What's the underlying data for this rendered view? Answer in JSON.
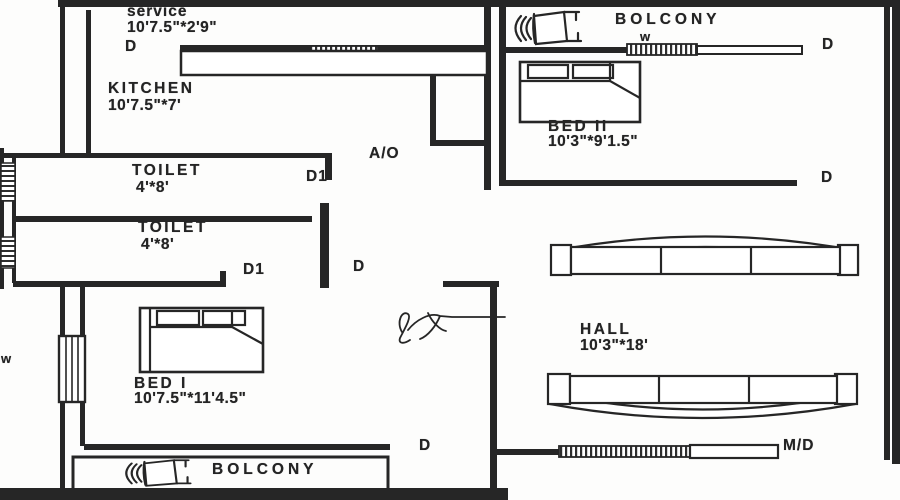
{
  "plan": {
    "rooms": {
      "service": {
        "name": "service",
        "dims": "10'7.5\"*2'9\""
      },
      "kitchen": {
        "name": "KITCHEN",
        "dims": "10'7.5\"*7'"
      },
      "toilet1": {
        "name": "TOILET",
        "dims": "4'*8'"
      },
      "toilet2": {
        "name": "TOILET",
        "dims": "4'*8'"
      },
      "bed1": {
        "name": "BED I",
        "dims": "10'7.5\"*11'4.5\""
      },
      "bed2": {
        "name": "BED II",
        "dims": "10'3\"*9'1.5\""
      },
      "hall": {
        "name": "HALL",
        "dims": "10'3\"*18'"
      },
      "balcony_top": {
        "name": "BOLCONY"
      },
      "balcony_bottom": {
        "name": "BOLCONY"
      }
    },
    "labels": {
      "door": "D",
      "door_alt": "D1",
      "window": "w",
      "main_door": "M/D",
      "air_opening": "A/O"
    },
    "icons": {
      "balcony_top_chair": "armchair-icon",
      "balcony_bottom_chair": "armchair-icon",
      "bed1_icon": "double-bed-icon",
      "bed2_icon": "double-bed-icon",
      "hall_sofa_top": "three-seat-sofa-icon",
      "hall_sofa_bottom": "three-seat-sofa-icon",
      "center_mark": "handwritten-scribble-icon"
    },
    "colors": {
      "ink": "#262626",
      "background": "#fdfdfc"
    }
  }
}
